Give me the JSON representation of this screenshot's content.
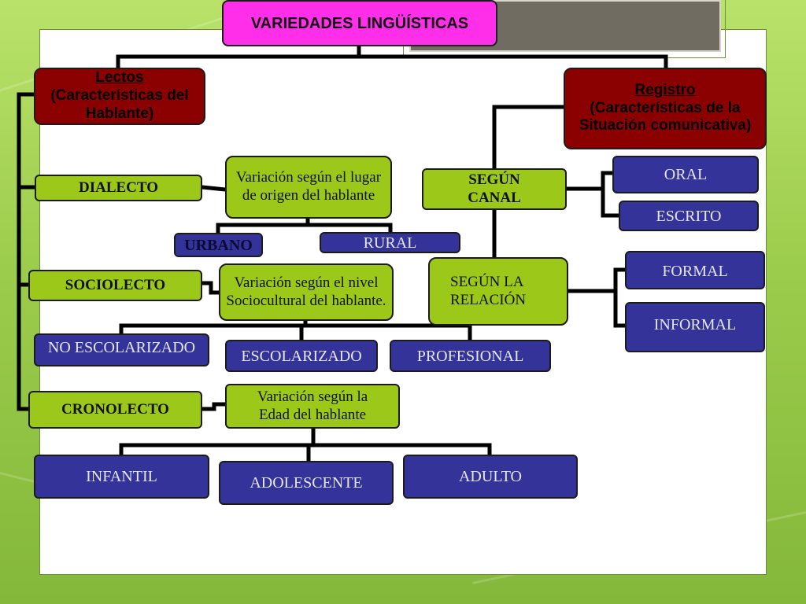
{
  "title": "VARIEDADES LINGÜÍSTICAS",
  "lectos": {
    "head": "Lectos",
    "body": "(Características del Hablante)"
  },
  "registro": {
    "head": "Registro",
    "body": "(Características de la Situación comunicativa)"
  },
  "dialecto": {
    "label": "DIALECTO",
    "description": "Variación según el lugar\nde origen del hablante",
    "children": [
      "URBANO",
      "RURAL"
    ]
  },
  "sociolecto": {
    "label": "SOCIOLECTO",
    "description": "Variación según el nivel\nSociocultural del hablante.",
    "children": [
      "NO ESCOLARIZADO",
      "ESCOLARIZADO",
      "PROFESIONAL"
    ]
  },
  "cronolecto": {
    "label": "CRONOLECTO",
    "description": "Variación según la\nEdad del hablante",
    "children": [
      "INFANTIL",
      "ADOLESCENTE",
      "ADULTO"
    ]
  },
  "segun_canal": {
    "label": "SEGÚN\nCANAL",
    "children": [
      "ORAL",
      "ESCRITO"
    ]
  },
  "segun_relacion": {
    "label": "SEGÚN LA\nRELACIÓN",
    "children": [
      "FORMAL",
      "INFORMAL"
    ]
  },
  "colors": {
    "title": "#ff2fe9",
    "category": "#8b0000",
    "green": "#9cc919",
    "blue": "#333399"
  }
}
